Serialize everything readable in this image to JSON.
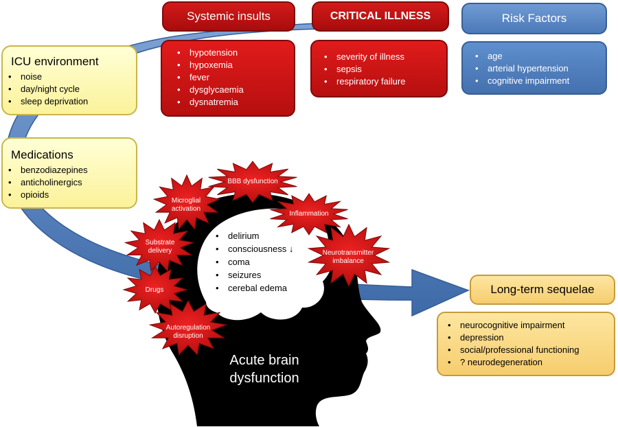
{
  "systemic": {
    "title": "Systemic insults",
    "items": [
      "hypotension",
      "hypoxemia",
      "fever",
      "dysglycaemia",
      "dysnatremia"
    ]
  },
  "critical": {
    "title": "CRITICAL ILLNESS",
    "items": [
      "severity of illness",
      "sepsis",
      "respiratory failure"
    ]
  },
  "risk": {
    "title": "Risk Factors",
    "items": [
      "age",
      "arterial hypertension",
      "cognitive impairment"
    ]
  },
  "icu": {
    "title": "ICU environment",
    "items": [
      "noise",
      "day/night cycle",
      "sleep deprivation"
    ]
  },
  "medications": {
    "title": "Medications",
    "items": [
      "benzodiazepines",
      "anticholinergics",
      "opioids"
    ]
  },
  "mechanisms": {
    "bbb": "BBB dysfunction",
    "microglial": "Microglial activation",
    "inflammation": "Inflammation",
    "substrate": "Substrate delivery",
    "neurotransmitter": "Neurotransmitter imbalance",
    "drugs": "Drugs",
    "autoregulation": "Autoregulation disruption"
  },
  "brain": {
    "items": [
      "delirium",
      "consciousness ↓",
      "coma",
      "seizures",
      "cerebal edema"
    ],
    "title_line1": "Acute brain",
    "title_line2": "dysfunction"
  },
  "sequelae": {
    "title": "Long-term sequelae",
    "items": [
      "neurocognitive impairment",
      "depression",
      "social/professional functioning",
      "? neurodegeneration"
    ]
  },
  "colors": {
    "red": "#c8100f",
    "blue": "#4f7cbb",
    "yellow": "#fbf29a",
    "orange": "#f6cd6e",
    "arrow": "#4f81bd",
    "head": "#000000"
  }
}
